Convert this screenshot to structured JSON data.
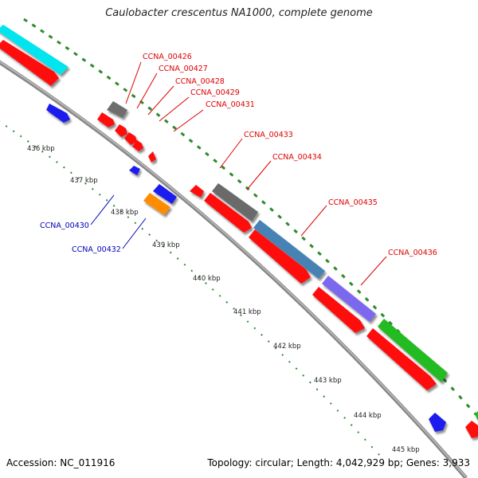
{
  "title": "Caulobacter crescentus NA1000, complete genome",
  "footer": {
    "accession": "Accession: NC_011916",
    "topology": "Topology: circular; Length: 4,042,929 bp; Genes: 3,933"
  },
  "colors": {
    "backbone": "#8c8c8c",
    "tick": "#2e8b2e",
    "label_top": "#dd0000",
    "label_bottom": "#0000bb"
  },
  "kbp_ticks": [
    "436 kbp",
    "437 kbp",
    "438 kbp",
    "439 kbp",
    "440 kbp",
    "441 kbp",
    "442 kbp",
    "443 kbp",
    "444 kbp",
    "445 kbp"
  ],
  "genes": [
    {
      "id": "CCNA_00426",
      "label": "CCNA_00426",
      "color": "#dd0000"
    },
    {
      "id": "CCNA_00427",
      "label": "CCNA_00427",
      "color": "#dd0000"
    },
    {
      "id": "CCNA_00428",
      "label": "CCNA_00428",
      "color": "#dd0000"
    },
    {
      "id": "CCNA_00429",
      "label": "CCNA_00429",
      "color": "#dd0000"
    },
    {
      "id": "CCNA_00431",
      "label": "CCNA_00431",
      "color": "#dd0000"
    },
    {
      "id": "CCNA_00433",
      "label": "CCNA_00433",
      "color": "#dd0000"
    },
    {
      "id": "CCNA_00434",
      "label": "CCNA_00434",
      "color": "#dd0000"
    },
    {
      "id": "CCNA_00435",
      "label": "CCNA_00435",
      "color": "#dd0000"
    },
    {
      "id": "CCNA_00436",
      "label": "CCNA_00436",
      "color": "#dd0000"
    },
    {
      "id": "CCNA_00430",
      "label": "CCNA_00430",
      "color": "#0000bb"
    },
    {
      "id": "CCNA_00432",
      "label": "CCNA_00432",
      "color": "#0000bb"
    }
  ]
}
